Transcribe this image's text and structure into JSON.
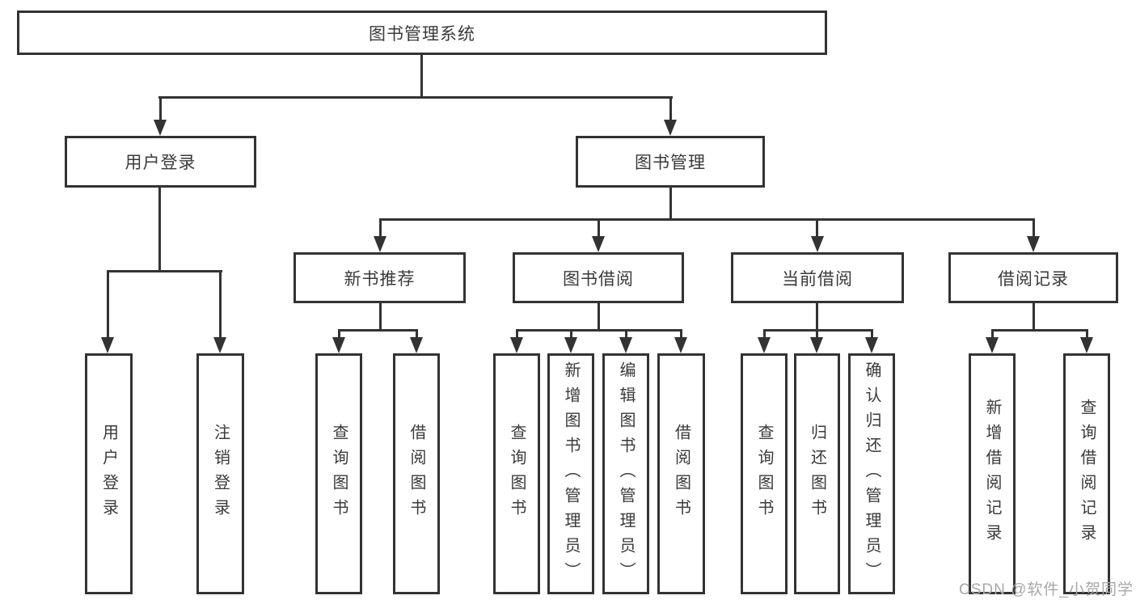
{
  "diagram_title": "图书管理系统",
  "nodes": {
    "root": "图书管理系统",
    "user_login": "用户登录",
    "book_mgmt": "图书管理",
    "new_book_rec": "新书推荐",
    "book_borrow": "图书借阅",
    "current_borrow": "当前借阅",
    "borrow_record": "借阅记录",
    "leaf_user_login": "用户登录",
    "leaf_logout": "注销登录",
    "leaf_query_book_1": "查询图书",
    "leaf_borrow_book_1": "借阅图书",
    "leaf_query_book_2": "查询图书",
    "leaf_add_book": "新增图书（管理员）",
    "leaf_edit_book": "编辑图书（管理员）",
    "leaf_borrow_book_2": "借阅图书",
    "leaf_query_book_3": "查询图书",
    "leaf_return_book": "归还图书",
    "leaf_confirm_return": "确认归还（管理员）",
    "leaf_add_record": "新增借阅记录",
    "leaf_query_record": "查询借阅记录"
  },
  "structure": {
    "图书管理系统": {
      "用户登录": [
        "用户登录",
        "注销登录"
      ],
      "图书管理": {
        "新书推荐": [
          "查询图书",
          "借阅图书"
        ],
        "图书借阅": [
          "查询图书",
          "新增图书（管理员）",
          "编辑图书（管理员）",
          "借阅图书"
        ],
        "当前借阅": [
          "查询图书",
          "归还图书",
          "确认归还（管理员）"
        ],
        "借阅记录": [
          "新增借阅记录",
          "查询借阅记录"
        ]
      }
    }
  },
  "watermark": "CSDN @软件_小贺同学",
  "colors": {
    "line": "#333333",
    "text": "#3a3a3a",
    "watermark": "#a8a8a8",
    "background": "#ffffff"
  }
}
